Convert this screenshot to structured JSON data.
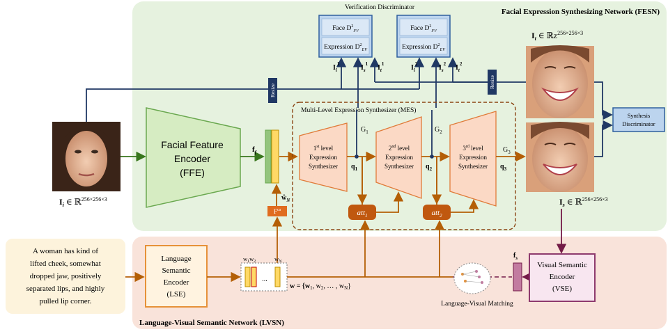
{
  "fesn": {
    "title": "Facial Expression Synthesizing Network (FESN)"
  },
  "lvsn": {
    "title": "Language-Visual Semantic Network (LVSN)"
  },
  "verification": {
    "title": "Verification Discriminator",
    "left": {
      "face": "Face D",
      "face_sup": "2",
      "face_sub": "FV",
      "expr": "Expression D",
      "expr_sup": "2",
      "expr_sub": "EV"
    },
    "right": {
      "face": "Face D",
      "face_sup": "2",
      "face_sub": "FV",
      "expr": "Expression D",
      "expr_sup": "2",
      "expr_sub": "EV"
    },
    "inputs_left": [
      "I",
      "I",
      "I"
    ],
    "inputs_left_sub": [
      "i",
      "s",
      "t"
    ],
    "inputs_left_sup": [
      "1",
      "1",
      "1"
    ],
    "inputs_right": [
      "I",
      "I",
      "I"
    ],
    "inputs_right_sub": [
      "i",
      "s",
      "t"
    ],
    "inputs_right_sup": [
      "2",
      "2",
      "2"
    ]
  },
  "resize": {
    "left": "Resize",
    "right": "Resize"
  },
  "input_image": {
    "label": "I",
    "sub": "i",
    "rest": " ∈ ℝ",
    "sup": "256×256×3"
  },
  "target_image": {
    "label": "I",
    "sub": "t",
    "rest": " ∈ ℝz",
    "sup": "256×256×3"
  },
  "synth_image": {
    "label": "I",
    "sub": "s",
    "rest": " ∈ ℝ",
    "sup": "256×256×3"
  },
  "ffe": {
    "line1": "Facial Feature",
    "line2": "Encoder",
    "line3": "(FFE)"
  },
  "ff_label": {
    "main": "f",
    "sub": "f"
  },
  "wn_label": {
    "main": "ŵ",
    "sub": "N"
  },
  "fca": {
    "label": "F",
    "sup": "ca"
  },
  "mes": {
    "title": "Multi-Level Expression Synthesizer (MES)",
    "s1": {
      "lvl": "1",
      "sup": "st",
      "rest": " level",
      "l2": "Expression",
      "l3": "Synthesizer"
    },
    "s2": {
      "lvl": "2",
      "sup": "nd",
      "rest": " level",
      "l2": "Expression",
      "l3": "Synthesizer"
    },
    "s3": {
      "lvl": "3",
      "sup": "rd",
      "rest": " level",
      "l2": "Expression",
      "l3": "Synthesizer"
    },
    "g1": "G",
    "g1_sub": "1",
    "g2": "G",
    "g2_sub": "2",
    "g3": "G",
    "g3_sub": "3",
    "q1": "q",
    "q1_sub": "1",
    "q2": "q",
    "q2_sub": "2",
    "q3": "q",
    "q3_sub": "3",
    "att1": "att",
    "att1_sub": "1",
    "att2": "att",
    "att2_sub": "2"
  },
  "synthesis_disc": {
    "line1": "Synthesis",
    "line2": "Discriminator"
  },
  "text_input": {
    "lines": [
      "A woman has kind of",
      "lifted cheek, somewhat",
      "dropped jaw, positively",
      "separated lips, and highly",
      "pulled lip corner."
    ]
  },
  "lse": {
    "line1": "Language",
    "line2": "Semantic",
    "line3": "Encoder",
    "line4": "(LSE)"
  },
  "words": {
    "w1": "w",
    "w1_sub": "1",
    "w2": "w",
    "w2_sub": "2",
    "dots": "...",
    "wn": "w",
    "wn_sub": "N",
    "eq": "w = {w",
    "eq_rest1": ", w",
    "eq_rest2": ", … , w",
    "eq_end": "}"
  },
  "matching": {
    "label": "Language-Visual Matching"
  },
  "fs_label": {
    "main": "f",
    "sub": "s"
  },
  "vse": {
    "line1": "Visual Semantic",
    "line2": "Encoder",
    "line3": "(VSE)"
  },
  "colors": {
    "fesn_bg": "#e6f2df",
    "lvsn_bg": "#f9e3da",
    "text_bg": "#fdf3dc",
    "ffe_fill": "#d6ecc2",
    "ffe_stroke": "#6aa84f",
    "mes_fill": "#fbd9c5",
    "mes_stroke": "#e07b39",
    "att_fill": "#c0580f",
    "disc_fill": "#bcd4ee",
    "disc_stroke": "#2e5f9e",
    "resize_fill": "#203864",
    "lse_stroke": "#e69138",
    "lse_fill": "#fff3e0",
    "vse_stroke": "#8e3a6e",
    "vse_fill": "#f8e6f0",
    "arrow_blue": "#203864",
    "arrow_orange": "#b45f06",
    "arrow_green": "#38761d",
    "arrow_purple": "#741b47"
  }
}
